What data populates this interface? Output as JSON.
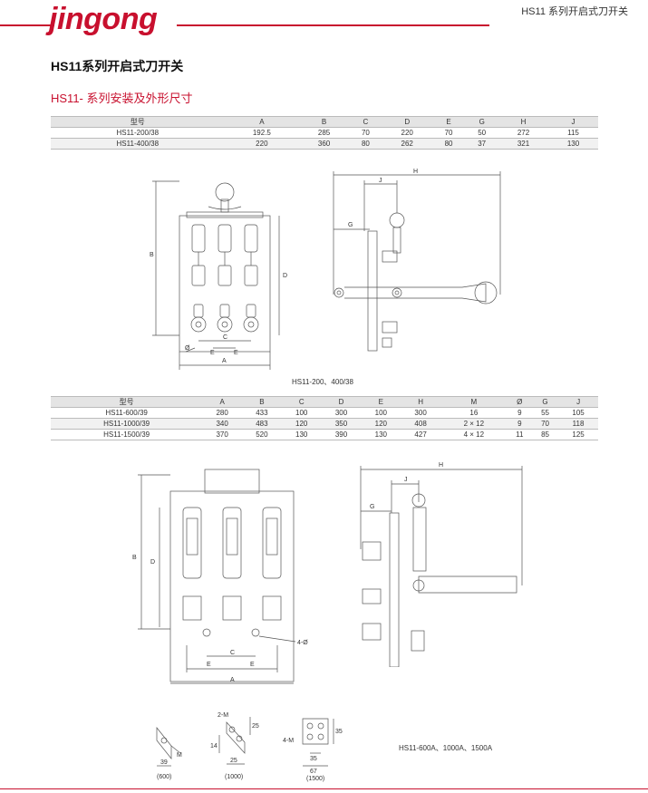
{
  "header": {
    "brand": "jingong",
    "series_label": "HS11 系列开启式刀开关"
  },
  "page_title": "HS11系列开启式刀开关",
  "section_title": "HS11- 系列安装及外形尺寸",
  "table1": {
    "headers": [
      "型号",
      "A",
      "B",
      "C",
      "D",
      "E",
      "G",
      "H",
      "J"
    ],
    "rows": [
      [
        "HS11-200/38",
        "192.5",
        "285",
        "70",
        "220",
        "70",
        "50",
        "272",
        "115"
      ],
      [
        "HS11-400/38",
        "220",
        "360",
        "80",
        "262",
        "80",
        "37",
        "321",
        "130"
      ]
    ]
  },
  "caption1": "HS11-200、400/38",
  "table2": {
    "headers": [
      "型号",
      "A",
      "B",
      "C",
      "D",
      "E",
      "H",
      "M",
      "Ø",
      "G",
      "J"
    ],
    "rows": [
      [
        "HS11-600/39",
        "280",
        "433",
        "100",
        "300",
        "100",
        "300",
        "16",
        "9",
        "55",
        "105"
      ],
      [
        "HS11-1000/39",
        "340",
        "483",
        "120",
        "350",
        "120",
        "408",
        "2 × 12",
        "9",
        "70",
        "118"
      ],
      [
        "HS11-1500/39",
        "370",
        "520",
        "130",
        "390",
        "130",
        "427",
        "4 × 12",
        "11",
        "85",
        "125"
      ]
    ]
  },
  "caption2": "HS11-600A、1000A、1500A",
  "dim_labels": {
    "A": "A",
    "B": "B",
    "C": "C",
    "D": "D",
    "E": "E",
    "G": "G",
    "H": "H",
    "J": "J",
    "M": "M",
    "phi": "Ø",
    "four_phi": "4-Ø",
    "two_m": "2-M",
    "four_m": "4-M",
    "v39": "39",
    "v14": "14",
    "v25": "25",
    "v35": "35",
    "v67": "67",
    "l600": "(600)",
    "l1000": "(1000)",
    "l1500": "(1500)"
  },
  "colors": {
    "brand_red": "#c8102e",
    "header_bg": "#e4e4e4",
    "line": "#555555"
  }
}
